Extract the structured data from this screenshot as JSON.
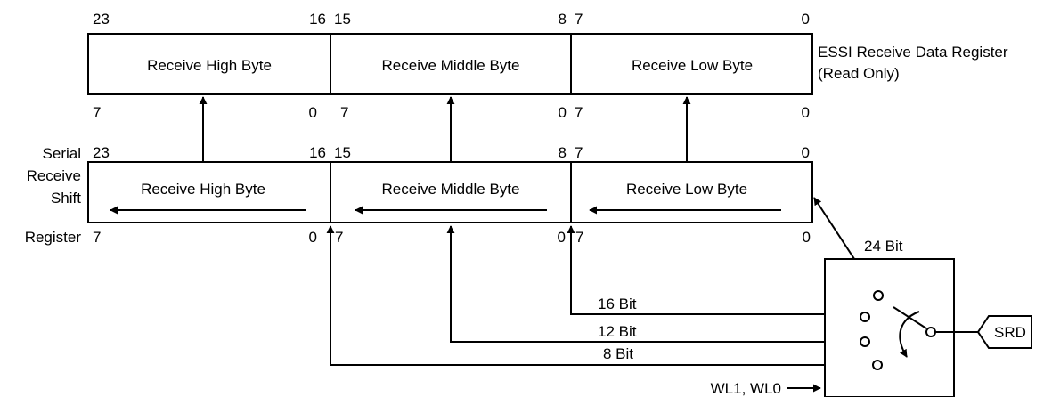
{
  "data_register": {
    "title_line1": "ESSI Receive Data Register",
    "title_line2": "(Read Only)",
    "cells": [
      {
        "label": "Receive High Byte",
        "top_left": "23",
        "top_right": "16",
        "bottom_left": "7",
        "bottom_right": "0"
      },
      {
        "label": "Receive Middle Byte",
        "top_left": "15",
        "top_right": "8",
        "bottom_left": "7",
        "bottom_right": "0"
      },
      {
        "label": "Receive Low Byte",
        "top_left": "7",
        "top_right": "0",
        "bottom_left": "7",
        "bottom_right": "0"
      }
    ]
  },
  "shift_register": {
    "title_lines": [
      "Serial",
      "Receive",
      "Shift",
      "Register"
    ],
    "cells": [
      {
        "label": "Receive High Byte",
        "top_left": "23",
        "top_right": "16",
        "bottom_left": "7",
        "bottom_right": "0"
      },
      {
        "label": "Receive Middle Byte",
        "top_left": "15",
        "top_right": "8",
        "bottom_left": "7",
        "bottom_right": "0"
      },
      {
        "label": "Receive Low Byte",
        "top_left": "7",
        "top_right": "0",
        "bottom_left": "7",
        "bottom_right": "0"
      }
    ]
  },
  "switch": {
    "labels": {
      "bit24": "24 Bit",
      "bit16": "16 Bit",
      "bit12": "12 Bit",
      "bit8": "8 Bit",
      "control": "WL1, WL0"
    },
    "input": "SRD"
  }
}
